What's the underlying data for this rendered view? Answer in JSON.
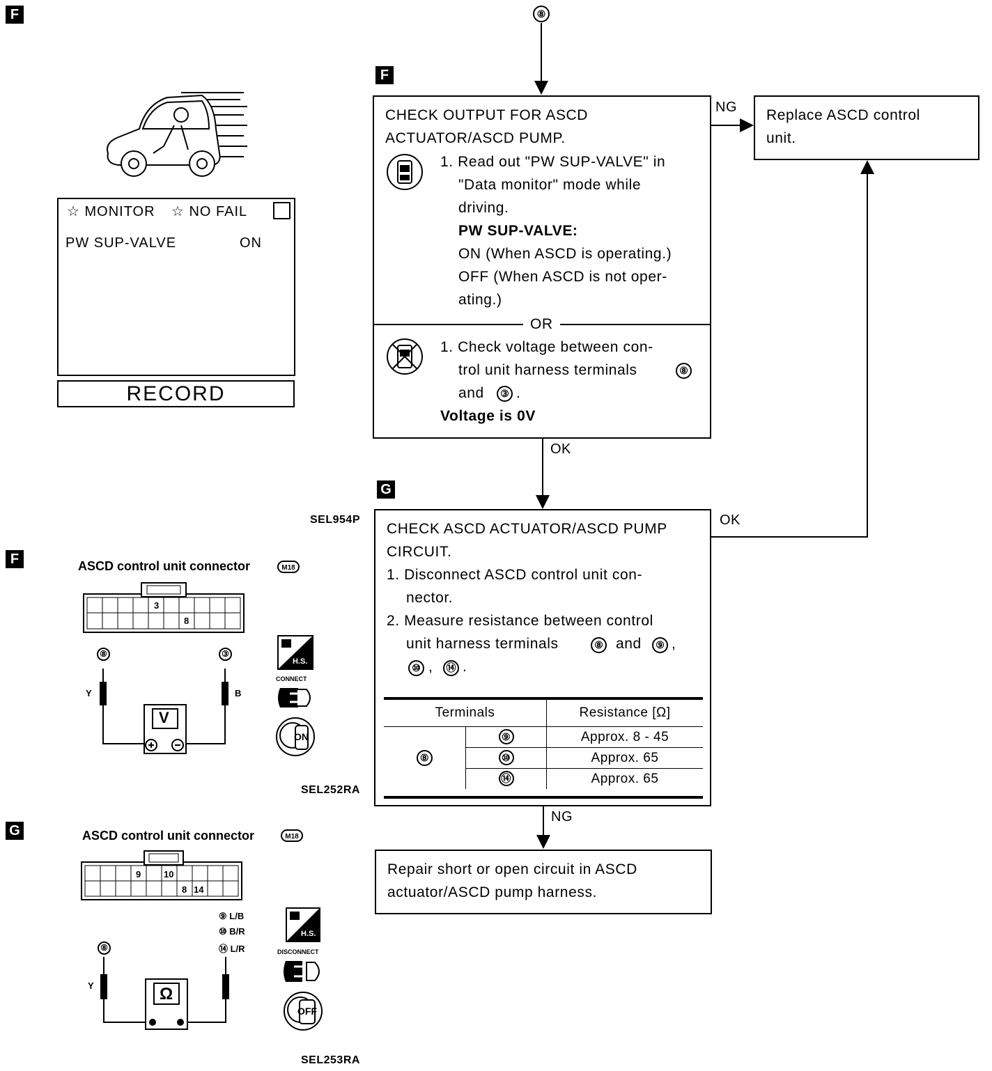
{
  "top_connector": "⑧",
  "steps": {
    "F": {
      "badge": "F",
      "title": [
        "CHECK OUTPUT FOR ASCD",
        "ACTUATOR/ASCD PUMP."
      ],
      "consult_lines": [
        "1. Read out \"PW SUP-VALVE\" in",
        "\"Data monitor\" mode while",
        "driving."
      ],
      "spec_title": "PW SUP-VALVE:",
      "spec_lines": [
        "ON (When ASCD is operating.)",
        "OFF (When ASCD is not oper-",
        "ating.)"
      ],
      "or": "OR",
      "manual_lines": [
        "1. Check voltage between con-",
        "trol unit harness terminals",
        "and"
      ],
      "manual_terms": [
        "⑧",
        "③",
        "."
      ],
      "manual_result": "Voltage is 0V"
    },
    "G": {
      "badge": "G",
      "title": [
        "CHECK ASCD ACTUATOR/ASCD PUMP",
        "CIRCUIT."
      ],
      "items": [
        "1. Disconnect ASCD control unit con-",
        "nector.",
        "2. Measure resistance between control",
        "unit harness terminals"
      ],
      "terms_line1": [
        "⑧",
        "and",
        "⑨",
        ","
      ],
      "terms_line2": [
        "⑩",
        ",",
        "⑭",
        "."
      ],
      "table": {
        "headers": [
          "Terminals",
          "Resistance [Ω]"
        ],
        "from": "⑧",
        "rows": [
          {
            "to": "⑨",
            "value": "Approx. 8 - 45"
          },
          {
            "to": "⑩",
            "value": "Approx. 65"
          },
          {
            "to": "⑭",
            "value": "Approx. 65"
          }
        ]
      }
    }
  },
  "outcomes": {
    "replace": [
      "Replace ASCD control",
      "unit."
    ],
    "repair": [
      "Repair short or open circuit in ASCD",
      "actuator/ASCD pump harness."
    ]
  },
  "flow_labels": {
    "ng1": "NG",
    "ok1": "OK",
    "ok2": "OK",
    "ng2": "NG"
  },
  "left": {
    "badges": [
      "F",
      "F",
      "G"
    ],
    "monitor": {
      "header1": "☆ MONITOR",
      "header2": "☆ NO FAIL",
      "item": "PW SUP-VALVE",
      "value": "ON",
      "record": "RECORD"
    },
    "codes": [
      "SEL954P",
      "SEL252RA",
      "SEL253RA"
    ],
    "fig_f": {
      "title": "ASCD control unit connector",
      "conn_id": "M18",
      "pins": [
        "3",
        "8"
      ],
      "probe_left": "⑧",
      "probe_right": "③",
      "wire_left": "Y",
      "wire_right": "B",
      "meter": "V",
      "hs": "H.S.",
      "action": "CONNECT",
      "key": "ON"
    },
    "fig_g": {
      "title": "ASCD control unit connector",
      "conn_id": "M18",
      "pins": [
        "9",
        "10",
        "8",
        "14"
      ],
      "probe_left": "⑧",
      "probe_right": [
        "⑨ L/B",
        "⑩ B/R",
        "⑭ L/R"
      ],
      "wire_left": "Y",
      "meter": "Ω",
      "hs": "H.S.",
      "action": "DISCONNECT",
      "key": "OFF"
    }
  }
}
